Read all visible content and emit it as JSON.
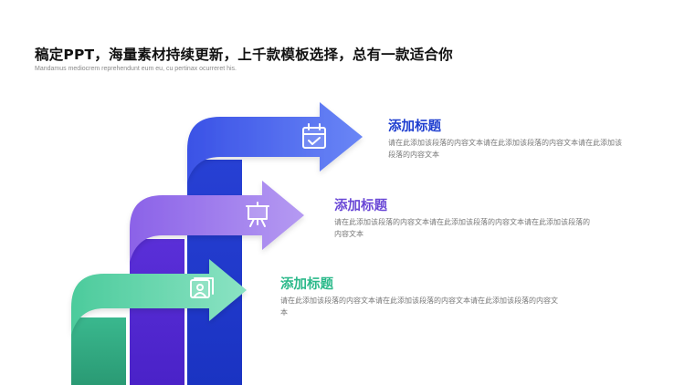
{
  "header": {
    "title": "稿定PPT，海量素材持续更新，上千款模板选择，总有一款适合你",
    "subtitle": "Mandamus mediocrem reprehendunt eum eu, cu pertinax ocurreret his."
  },
  "steps": [
    {
      "title": "添加标题",
      "body": "请在此添加该段落的内容文本请在此添加该段落的内容文本请在此添加该段落的内容文本",
      "icon": "calendar-check-icon",
      "color": "#2d45de"
    },
    {
      "title": "添加标题",
      "body": "请在此添加该段落的内容文本请在此添加该段落的内容文本请在此添加该段落的内容文本",
      "icon": "presentation-board-icon",
      "color": "#7a55e0"
    },
    {
      "title": "添加标题",
      "body": "请在此添加该段落的内容文本请在此添加该段落的内容文本请在此添加该段落的内容文本",
      "icon": "user-photo-icon",
      "color": "#3cc596"
    }
  ]
}
